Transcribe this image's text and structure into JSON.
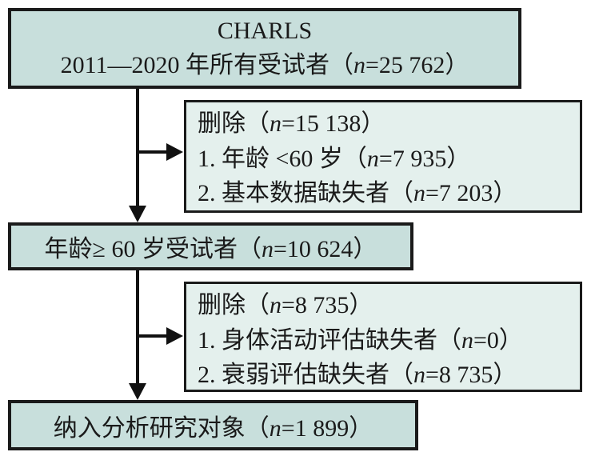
{
  "figure": {
    "type": "participant-flow-diagram",
    "cohort": "CHARLS"
  },
  "palette": {
    "main_box_fill": "#c8dfdc",
    "note_box_fill": "#e4f0ed",
    "border_color": "#1a1a1a",
    "arrow_color": "#111111"
  },
  "boxes": {
    "top": {
      "title": "CHARLS",
      "subtitle_pre": "2011—2020 年所有受试者（",
      "subtitle_n": "n",
      "subtitle_post": "=25 762）"
    },
    "exclusion1": {
      "title_pre": "删除（",
      "title_n": "n",
      "title_post": "=15 138）",
      "item1_pre": "1. 年龄 <60 岁（",
      "item1_n": "n",
      "item1_post": "=7 935）",
      "item2_pre": "2. 基本数据缺失者（",
      "item2_n": "n",
      "item2_post": "=7 203）"
    },
    "eligible": {
      "text_pre": "年龄≥ 60 岁受试者（",
      "text_n": "n",
      "text_post": "=10 624）"
    },
    "exclusion2": {
      "title_pre": "删除（",
      "title_n": "n",
      "title_post": "=8 735）",
      "item1_pre": "1. 身体活动评估缺失者（",
      "item1_n": "n",
      "item1_post": "=0）",
      "item2_pre": "2. 衰弱评估缺失者（",
      "item2_n": "n",
      "item2_post": "=8 735）"
    },
    "final": {
      "text_pre": "纳入分析研究对象（",
      "text_n": "n",
      "text_post": "=1 899）"
    }
  }
}
